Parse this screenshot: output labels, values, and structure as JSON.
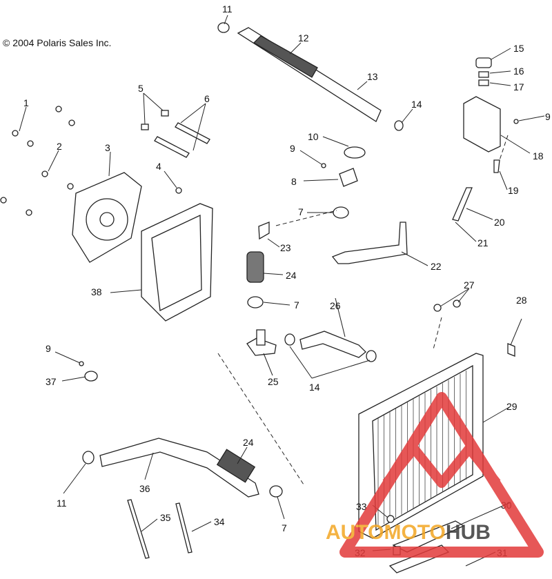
{
  "copyright": "© 2004 Polaris Sales Inc.",
  "callouts": [
    "1",
    "2",
    "3",
    "4",
    "5",
    "6",
    "7",
    "7",
    "7",
    "8",
    "9",
    "9",
    "9",
    "10",
    "11",
    "11",
    "12",
    "13",
    "14",
    "14",
    "15",
    "16",
    "17",
    "18",
    "19",
    "20",
    "21",
    "22",
    "23",
    "24",
    "24",
    "25",
    "26",
    "27",
    "28",
    "29",
    "30",
    "31",
    "32",
    "33",
    "34",
    "35",
    "36",
    "37",
    "38"
  ],
  "watermark": {
    "brand_part1": "AUTO",
    "brand_part2": "MOTO",
    "brand_part3": "HUB",
    "colors": {
      "auto": "#f3a623",
      "moto": "#f3a623",
      "hub": "#3a3a3a",
      "triangle": "#e23a3a"
    }
  }
}
